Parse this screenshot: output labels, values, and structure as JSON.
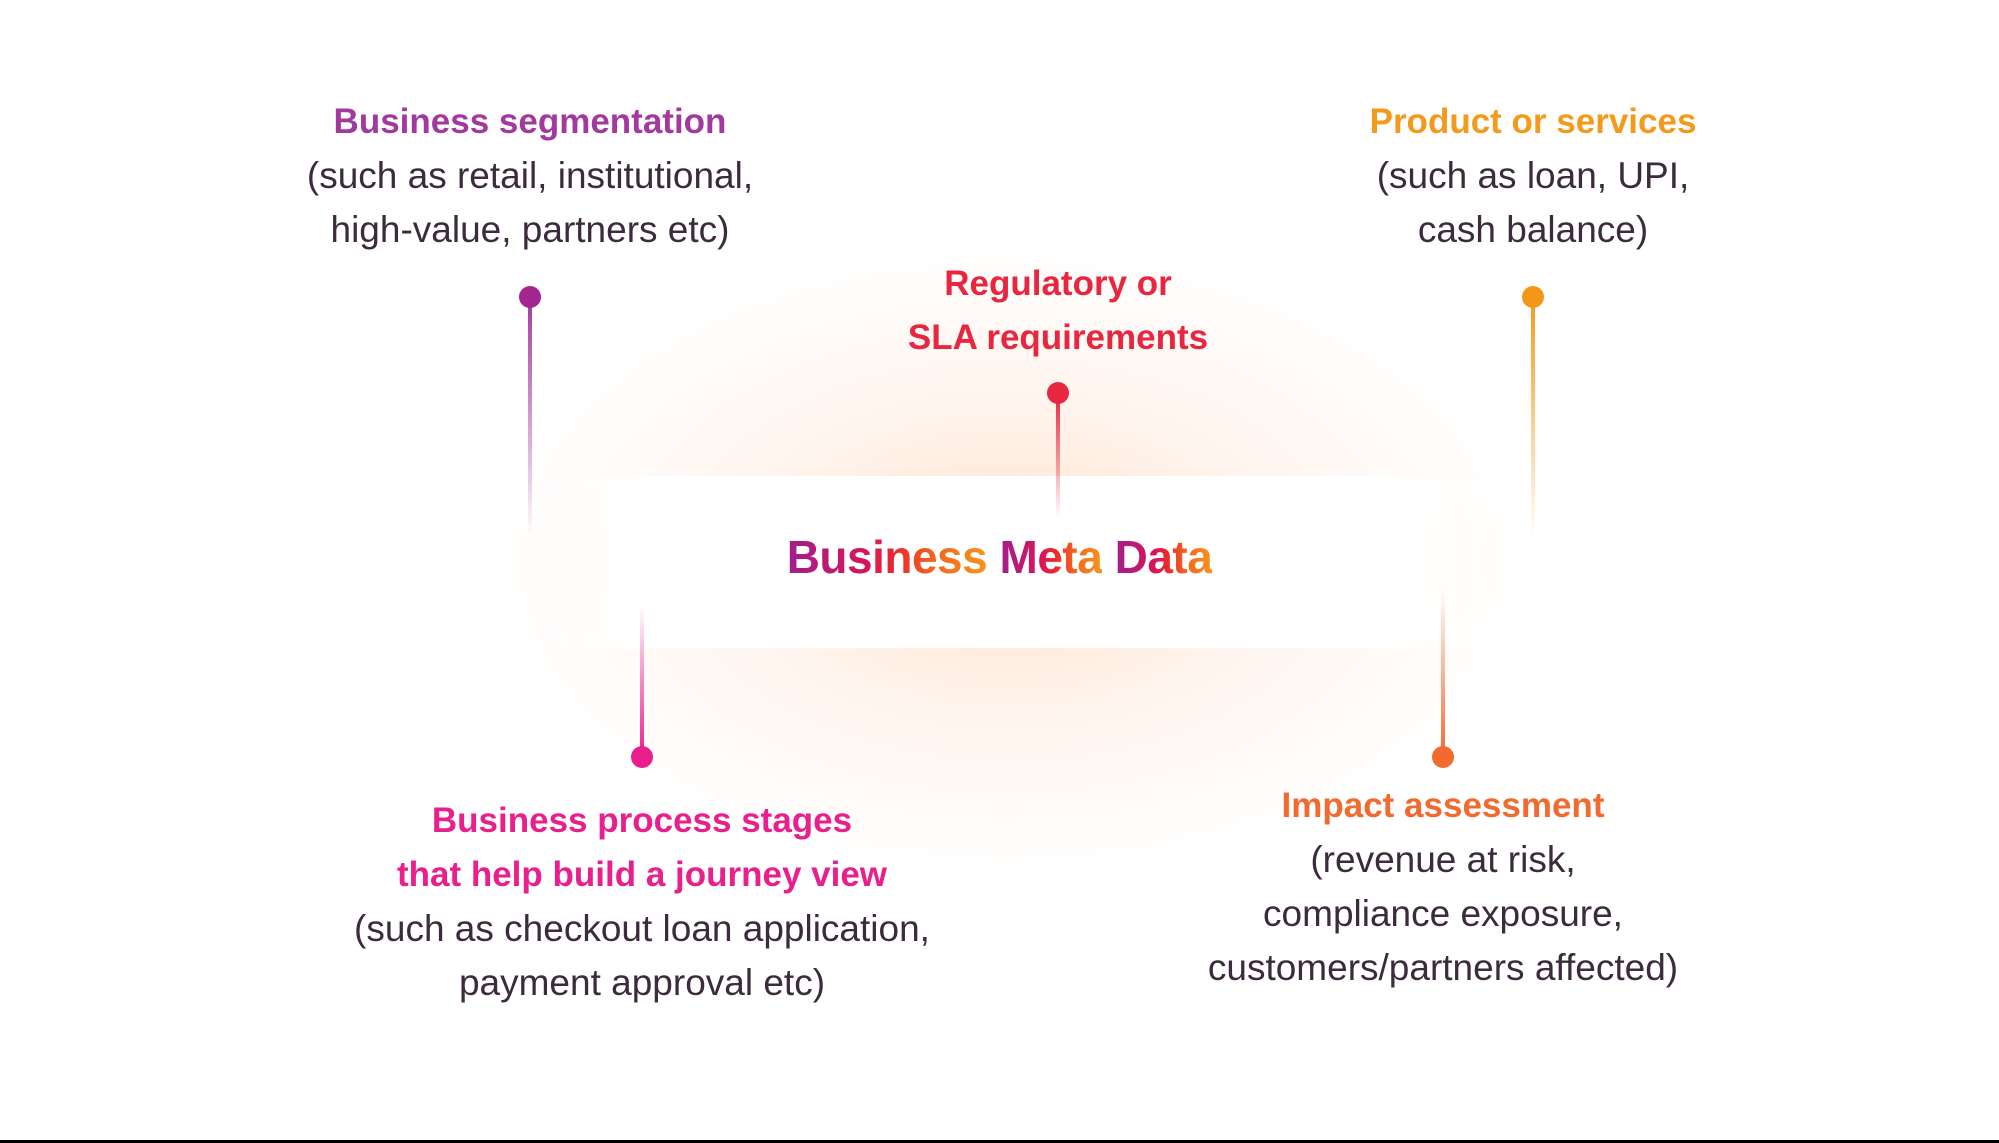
{
  "center": {
    "word1": "Business",
    "word2": "Meta",
    "word3": "Data"
  },
  "nodes": [
    {
      "id": "segmentation",
      "title_lines": [
        "Business segmentation"
      ],
      "body_lines": [
        "(such as retail, institutional,",
        "high-value, partners etc)"
      ],
      "color": "#a3399e"
    },
    {
      "id": "regulatory",
      "title_lines": [
        "Regulatory or",
        "SLA requirements"
      ],
      "body_lines": [],
      "color": "#e8263f"
    },
    {
      "id": "products",
      "title_lines": [
        "Product or services"
      ],
      "body_lines": [
        "(such as loan, UPI,",
        "cash balance)"
      ],
      "color": "#f39a1c"
    },
    {
      "id": "process",
      "title_lines": [
        "Business process stages",
        "that help build a journey view"
      ],
      "body_lines": [
        "(such as checkout loan application,",
        "payment approval etc)"
      ],
      "color": "#e81f8d"
    },
    {
      "id": "impact",
      "title_lines": [
        "Impact assessment"
      ],
      "body_lines": [
        "(revenue at risk,",
        "compliance exposure,",
        "customers/partners affected)"
      ],
      "color": "#f26a2e"
    }
  ]
}
